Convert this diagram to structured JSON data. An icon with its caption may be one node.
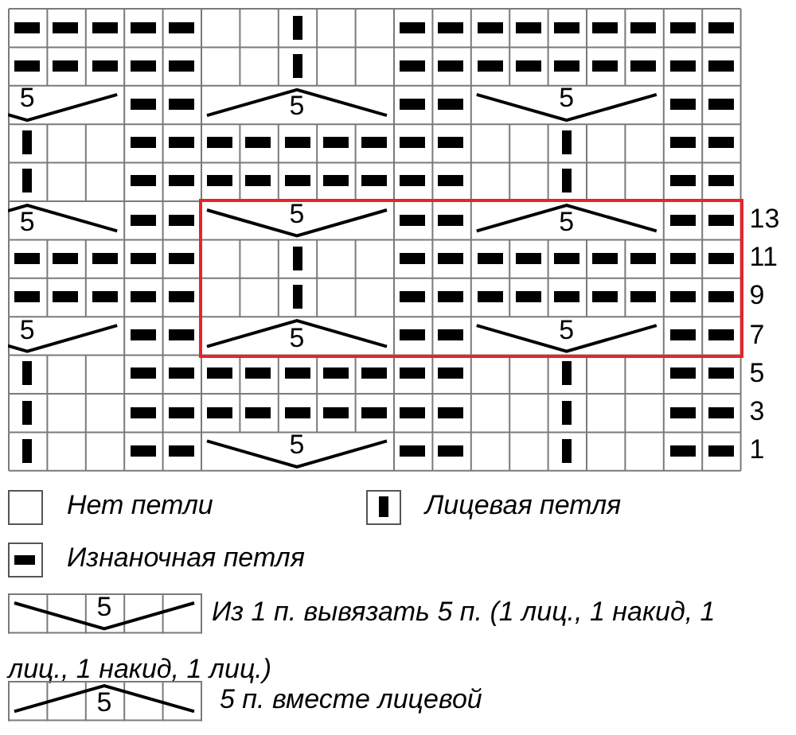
{
  "diagram": {
    "labels": [
      "5",
      "5",
      "5",
      "5",
      "5",
      "5",
      "13",
      "11",
      "9",
      "5",
      "5",
      "5",
      "7",
      "5",
      "3",
      "5",
      "1",
      "5",
      "5"
    ],
    "legend": [
      {
        "text": "Нет петли"
      },
      {
        "text": "Лицевая петля"
      },
      {
        "text": "Изнаночная петля"
      },
      {
        "text": "Из 1 п. вывязать 5 п. (1 лиц., 1 накид, 1 лиц., 1 накид, 1 лиц.)"
      },
      {
        "text": "5 п. вместе лицевой"
      }
    ]
  }
}
